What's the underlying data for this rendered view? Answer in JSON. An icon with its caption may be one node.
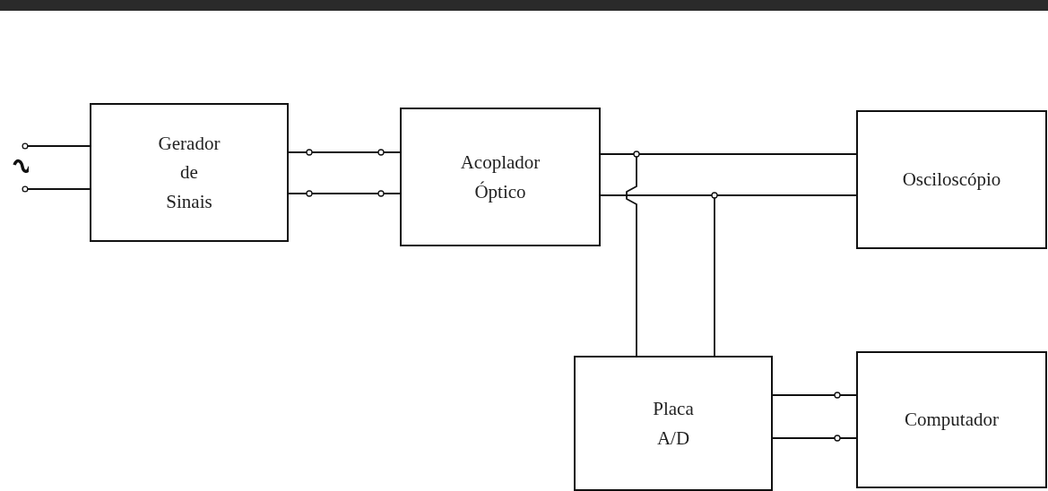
{
  "diagram": {
    "nodes": [
      {
        "text": [],
        "shape": "picture"
      },
      {
        "text": [
          "Gerador de Sinais"
        ]
      },
      {
        "text": [
          "Acoplador Óptico"
        ]
      },
      {
        "text": [
          "Osciloscópio"
        ]
      },
      {
        "text": [
          "Placa A/D"
        ]
      },
      {
        "text": [
          "Computador"
        ]
      }
    ],
    "edges": [
      {
        "from": 0,
        "to": 1,
        "arrow": "other"
      },
      {
        "from": 0,
        "to": 1,
        "arrow": "other"
      },
      {
        "from": 1,
        "to": 2,
        "arrow": "none"
      },
      {
        "from": 1,
        "to": 2,
        "arrow": "none"
      },
      {
        "from": 2,
        "to": 3,
        "arrow": "none"
      },
      {
        "from": 2,
        "to": 3,
        "arrow": "none"
      },
      {
        "from": 2,
        "to": 4,
        "arrow": "none"
      },
      {
        "from": 2,
        "to": 4,
        "arrow": "none"
      },
      {
        "from": 4,
        "to": 5,
        "arrow": "none"
      },
      {
        "from": 4,
        "to": 5,
        "arrow": "none"
      }
    ]
  }
}
